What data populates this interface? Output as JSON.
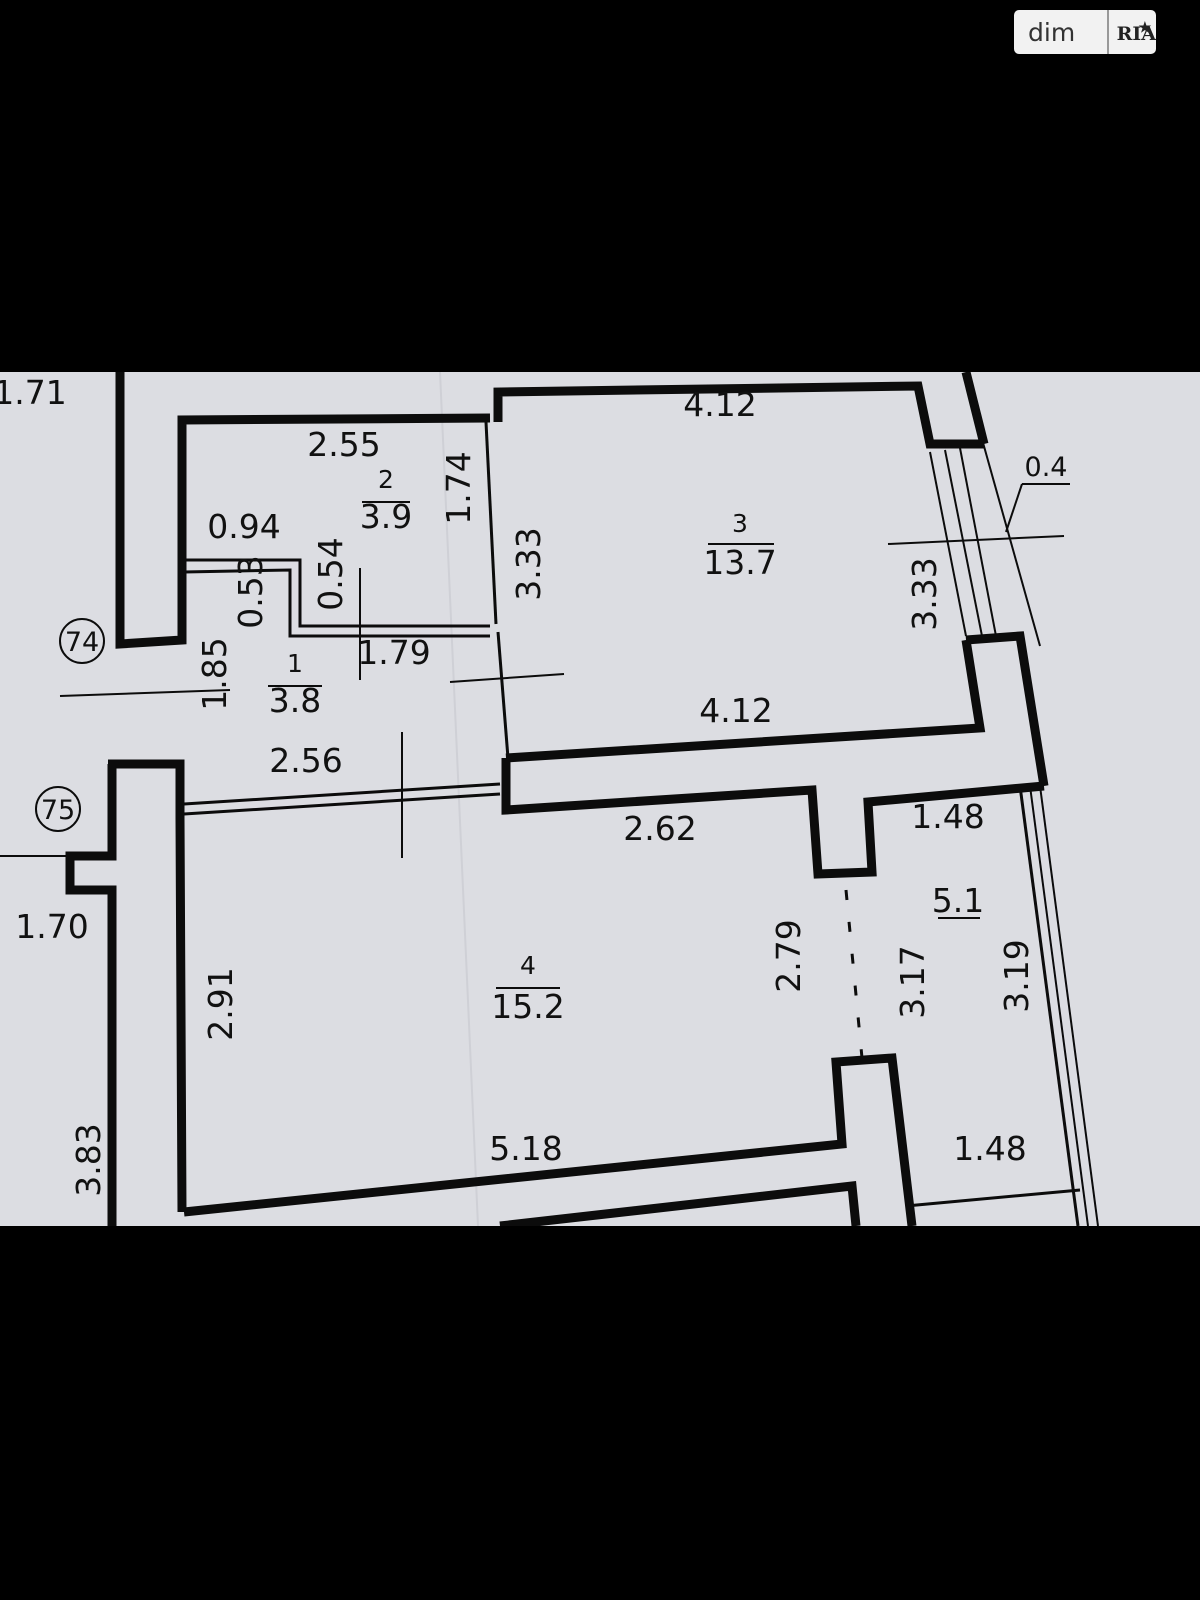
{
  "watermark": {
    "brand": "dim",
    "logo": "RIA"
  },
  "plan": {
    "axes": [
      "74",
      "75"
    ],
    "rooms": [
      {
        "number": "1",
        "area": "3.8"
      },
      {
        "number": "2",
        "area": "3.9"
      },
      {
        "number": "3",
        "area": "13.7"
      },
      {
        "number": "4",
        "area": "15.2"
      },
      {
        "number": "",
        "area": "5.1"
      }
    ],
    "dimensions": {
      "d171": "1.71",
      "d255": "2.55",
      "d412top": "4.12",
      "d04": "0.4",
      "d094": "0.94",
      "d174": "1.74",
      "d333l": "3.33",
      "d333r": "3.33",
      "d053": "0.53",
      "d054": "0.54",
      "d179": "1.79",
      "d185": "1.85",
      "d412bot": "4.12",
      "d256": "2.56",
      "d262": "2.62",
      "d148top": "1.48",
      "d170": "1.70",
      "d291": "2.91",
      "d279": "2.79",
      "d317": "3.17",
      "d319": "3.19",
      "d518": "5.18",
      "d148bot": "1.48",
      "d383": "3.83"
    }
  }
}
